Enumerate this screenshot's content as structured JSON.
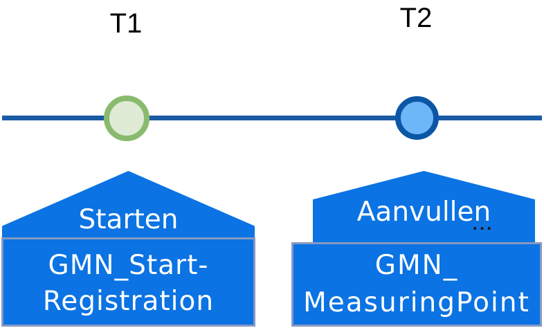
{
  "labels": {
    "t1": "T1",
    "t2": "T2"
  },
  "callouts": {
    "left": {
      "action": "Starten",
      "name_line1": "GMN_Start-",
      "name_line2": "Registration"
    },
    "right": {
      "action": "Aanvullen",
      "more": "...",
      "name_line1": "GMN_",
      "name_line2": "MeasuringPoint"
    }
  },
  "colors": {
    "timeline": "#1a5aa5",
    "marker_t1_ring": "#8aba6e",
    "marker_t1_fill": "#dfebd4",
    "marker_t2_ring": "#0b57a6",
    "marker_t2_fill": "#6db6f8",
    "callout_fill": "#0b73e3",
    "callout_border": "#8699c2",
    "callout_text": "#ffffff",
    "label_text": "#000000",
    "more_dots": "#1a1a1a"
  }
}
